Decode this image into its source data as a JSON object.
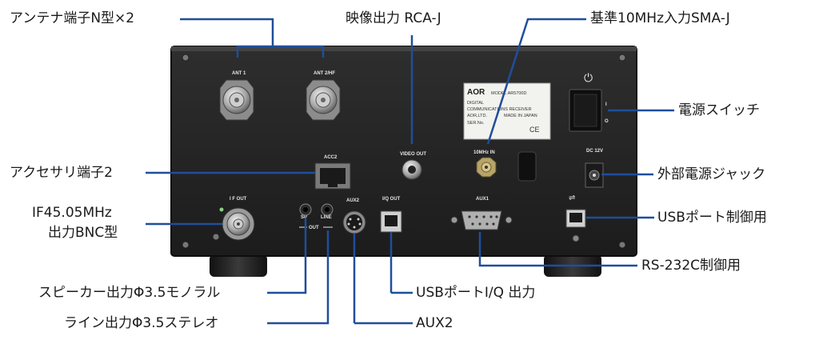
{
  "callouts": {
    "antenna": "アンテナ端子N型×2",
    "video": "映像出力 RCA-J",
    "ref": "基準10MHz入力SMA-J",
    "power_switch": "電源スイッチ",
    "acc": "アクセサリ端子2",
    "ext_power": "外部電源ジャック",
    "if_line1": "IF45.05MHz",
    "if_line2": "出力BNC型",
    "usb_ctrl": "USBポート制御用",
    "rs232": "RS-232C制御用",
    "speaker": "スピーカー出力Φ3.5モノラル",
    "usb_iq": "USBポートI/Q 出力",
    "line_out": "ライン出力Φ3.5ステレオ",
    "aux2": "AUX2"
  },
  "panel_labels": {
    "ant1": "ANT 1",
    "ant2": "ANT 2/HF",
    "acc2": "ACC2",
    "video_out": "VIDEO OUT",
    "ref_in": "10MHz IN",
    "dc": "DC 12V",
    "if_out": "I F OUT",
    "aux2": "AUX2",
    "iq_out": "I/Q OUT",
    "aux1": "AUX1",
    "sp": "SP",
    "line": "LINE",
    "out": "OUT"
  },
  "nameplate": {
    "brand": "AOR",
    "model": "MODEL AR5700D",
    "line1": "DIGITAL",
    "line2": "COMMUNICATIONS RECEIVER",
    "line3": "AOR,LTD.",
    "line4": "MADE IN JAPAN",
    "serial": "SER.No."
  },
  "switch_marks": {
    "on": "I",
    "off": "O"
  },
  "colors": {
    "leader": "#1f4e9c",
    "panel": "#262626",
    "text": "#1a1a1a"
  }
}
